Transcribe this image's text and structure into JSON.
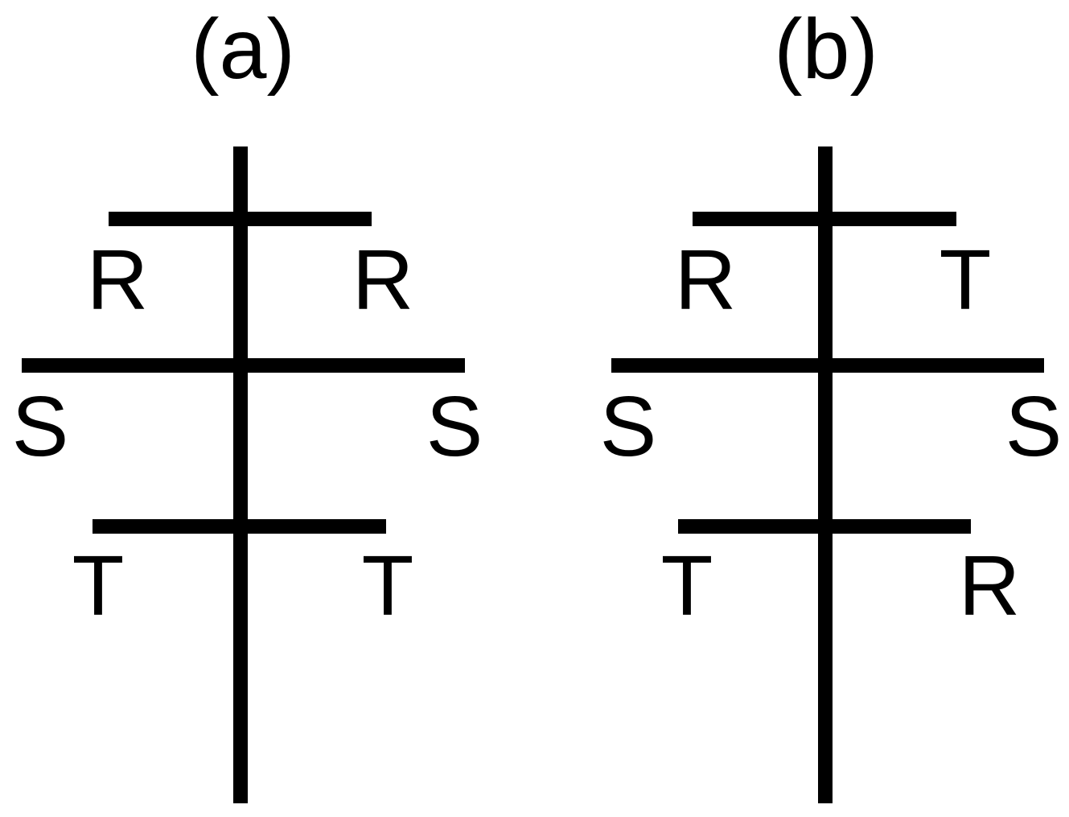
{
  "figure": {
    "type": "pole-crossarm-phase-diagram",
    "colors": {
      "line": "#000000",
      "bg": "#ffffff"
    },
    "panels": [
      {
        "id": "a",
        "title": "(a)",
        "crossarms": [
          {
            "position": "top",
            "left": "R",
            "right": "R"
          },
          {
            "position": "middle",
            "left": "S",
            "right": "S"
          },
          {
            "position": "bottom",
            "left": "T",
            "right": "T"
          }
        ]
      },
      {
        "id": "b",
        "title": "(b)",
        "crossarms": [
          {
            "position": "top",
            "left": "R",
            "right": "T"
          },
          {
            "position": "middle",
            "left": "S",
            "right": "S"
          },
          {
            "position": "bottom",
            "left": "T",
            "right": "R"
          }
        ]
      }
    ]
  }
}
